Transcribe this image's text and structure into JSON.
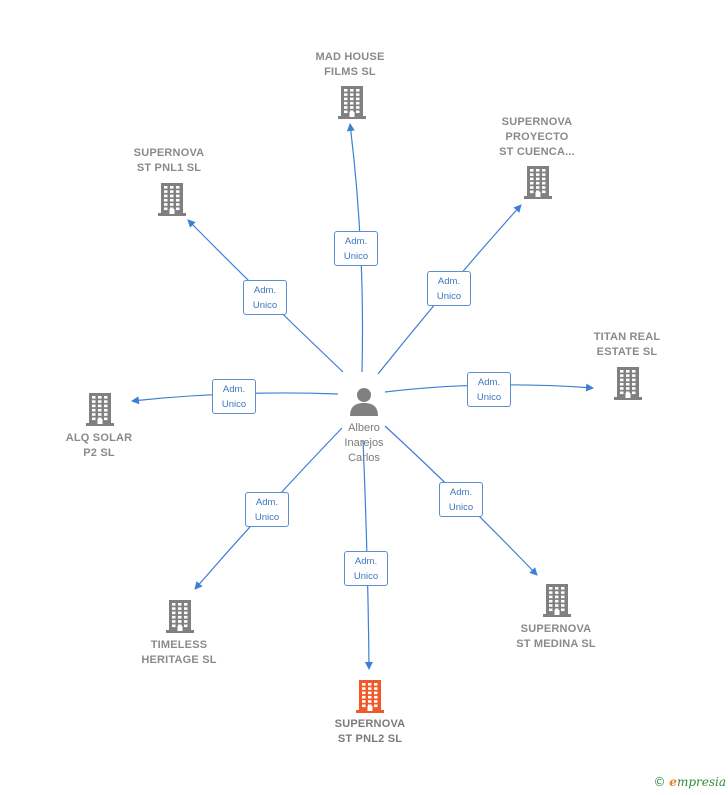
{
  "center": {
    "name": "Albero\nInarejos\nCarlos",
    "icon": "person-icon"
  },
  "companies": [
    {
      "id": "mad-house-films",
      "name": "MAD HOUSE\nFILMS  SL",
      "relation": "Adm.\nUnico",
      "highlight": false
    },
    {
      "id": "supernova-proyecto",
      "name": "SUPERNOVA\nPROYECTO\nST CUENCA...",
      "relation": "Adm.\nUnico",
      "highlight": false
    },
    {
      "id": "supernova-st-pnl1",
      "name": "SUPERNOVA\nST PNL1  SL",
      "relation": "Adm.\nUnico",
      "highlight": false
    },
    {
      "id": "titan-real-estate",
      "name": "TITAN REAL\nESTATE  SL",
      "relation": "Adm.\nUnico",
      "highlight": false
    },
    {
      "id": "alq-solar-p2",
      "name": "ALQ SOLAR\nP2  SL",
      "relation": "Adm.\nUnico",
      "highlight": false
    },
    {
      "id": "supernova-st-medina",
      "name": "SUPERNOVA\nST MEDINA  SL",
      "relation": "Adm.\nUnico",
      "highlight": false
    },
    {
      "id": "timeless-heritage",
      "name": "TIMELESS\nHERITAGE  SL",
      "relation": "Adm.\nUnico",
      "highlight": false
    },
    {
      "id": "supernova-st-pnl2",
      "name": "SUPERNOVA\nST PNL2  SL",
      "relation": "Adm.\nUnico",
      "highlight": true
    }
  ],
  "colors": {
    "edge": "#3d7fd6",
    "building": "#808080",
    "building_highlight": "#f05a28",
    "person": "#808080"
  },
  "footer": {
    "copyright": "©",
    "brand_initial": "e",
    "brand_rest": "mpresia"
  }
}
